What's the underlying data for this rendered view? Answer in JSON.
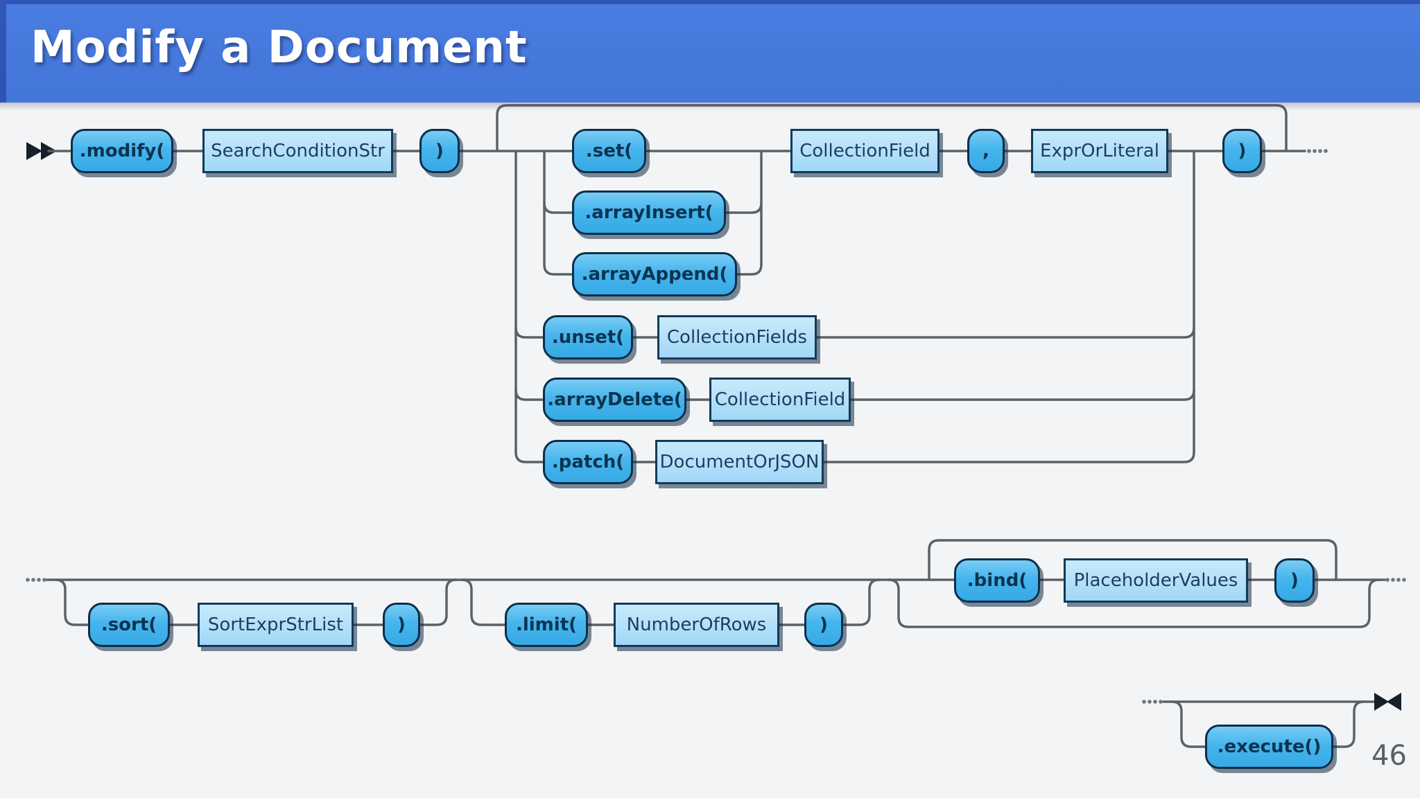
{
  "header": {
    "title": "Modify a Document"
  },
  "page_number": "46",
  "icons": {
    "start": "▶▶",
    "end": "▶◀",
    "continuation": "····"
  },
  "colors": {
    "header_blue": "#4678dc",
    "keyword_fill": "#46b5ed",
    "param_fill": "#a9dbf8",
    "box_border_navy": "#0b2e4c",
    "text_navy": "#0c3350",
    "line_gray": "#5c6166",
    "background": "#f3f4f6",
    "title_text": "#ffffff"
  },
  "diagram": {
    "section1": {
      "modify": ".modify(",
      "search_condition_str": "SearchConditionStr",
      "modify_close_paren": ")",
      "alternatives": {
        "set": ".set(",
        "array_insert": ".arrayInsert(",
        "array_append": ".arrayAppend(",
        "unset": ".unset(",
        "collection_fields": "CollectionFields",
        "array_delete": ".arrayDelete(",
        "collection_field_arg": "CollectionField",
        "patch": ".patch(",
        "document_or_json": "DocumentOrJSON"
      },
      "set_args": {
        "collection_field": "CollectionField",
        "comma": ",",
        "expr_or_literal": "ExprOrLiteral"
      },
      "group_close_paren": ")"
    },
    "section2": {
      "sort": ".sort(",
      "sort_expr_str_list": "SortExprStrList",
      "sort_close_paren": ")",
      "limit": ".limit(",
      "number_of_rows": "NumberOfRows",
      "limit_close_paren": ")",
      "bind": ".bind(",
      "placeholder_values": "PlaceholderValues",
      "bind_close_paren": ")"
    },
    "section3": {
      "execute": ".execute()"
    }
  }
}
